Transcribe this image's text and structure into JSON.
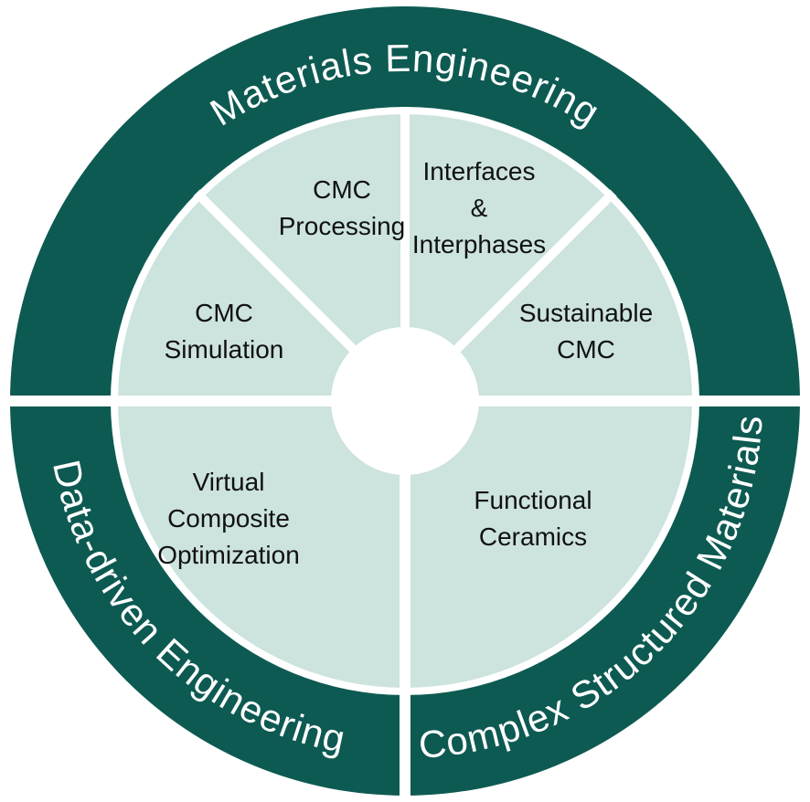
{
  "colors": {
    "dark_teal": "#0d5a52",
    "light_teal": "#cce3de",
    "label_text": "#111111",
    "ring_text": "#ffffff",
    "background": "#ffffff"
  },
  "ring": {
    "segments": [
      {
        "id": "top",
        "label": "Materials Engineering"
      },
      {
        "id": "bottom_left",
        "label": "Data-driven Engineering"
      },
      {
        "id": "bottom_right",
        "label": "Complex Structured Materials"
      }
    ]
  },
  "inner": {
    "segments": [
      {
        "id": "cmc_processing",
        "lines": [
          "CMC",
          "Processing"
        ]
      },
      {
        "id": "interfaces_interphases",
        "lines": [
          "Interfaces",
          "&",
          "Interphases"
        ]
      },
      {
        "id": "cmc_simulation",
        "lines": [
          "CMC",
          "Simulation"
        ]
      },
      {
        "id": "sustainable_cmc",
        "lines": [
          "Sustainable",
          "CMC"
        ]
      },
      {
        "id": "virtual_composite_optimization",
        "lines": [
          "Virtual",
          "Composite",
          "Optimization"
        ]
      },
      {
        "id": "functional_ceramics",
        "lines": [
          "Functional",
          "Ceramics"
        ]
      }
    ]
  }
}
